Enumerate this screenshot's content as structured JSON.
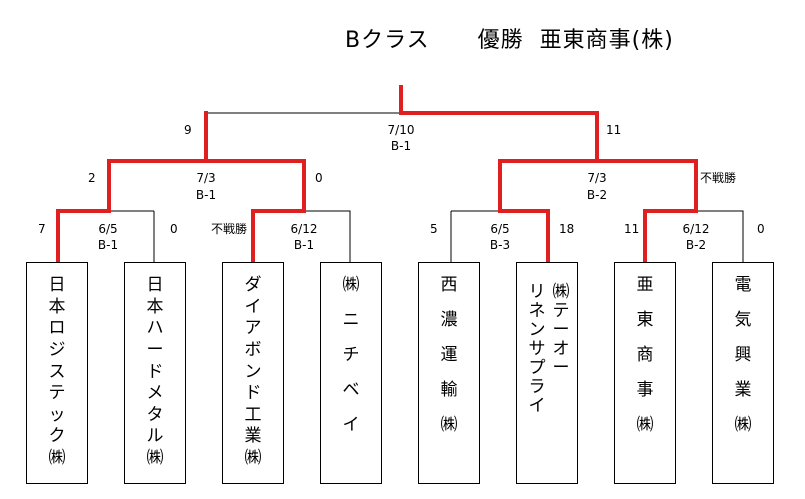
{
  "title": {
    "class_name": "Bクラス",
    "winner_label": "優勝",
    "winner_name": "亜東商事(株)"
  },
  "colors": {
    "win_line": "#e02020",
    "line": "#000000"
  },
  "matches": {
    "final": {
      "date": "7/10",
      "code": "B-1",
      "left_score": "9",
      "right_score": "11"
    },
    "semi_l": {
      "date": "7/3",
      "code": "B-1",
      "left_score": "2",
      "right_score": "0"
    },
    "semi_r": {
      "date": "7/3",
      "code": "B-2",
      "left_score": "",
      "right_score": "不戦勝"
    },
    "r1_a": {
      "date": "6/5",
      "code": "B-1",
      "left_score": "7",
      "right_score": "0"
    },
    "r1_b": {
      "date": "6/12",
      "code": "B-1",
      "left_score": "不戦勝",
      "right_score": ""
    },
    "r1_c": {
      "date": "6/5",
      "code": "B-3",
      "left_score": "5",
      "right_score": "18"
    },
    "r1_d": {
      "date": "6/12",
      "code": "B-2",
      "left_score": "11",
      "right_score": "0"
    }
  },
  "teams": [
    {
      "name": "日本ロジステック",
      "suffix": "㈱"
    },
    {
      "name": "日本ハードメタル",
      "suffix": "㈱"
    },
    {
      "name": "ダイアボンド工業",
      "suffix": "㈱"
    },
    {
      "name": "ニチベイ",
      "prefix": "㈱"
    },
    {
      "name": "西濃運輸",
      "suffix": "㈱"
    },
    {
      "name_line1": "テーオー",
      "name_line2": "リネンサプライ",
      "prefix": "㈱"
    },
    {
      "name": "亜東商事",
      "suffix": "㈱"
    },
    {
      "name": "電気興業",
      "suffix": "㈱"
    }
  ]
}
